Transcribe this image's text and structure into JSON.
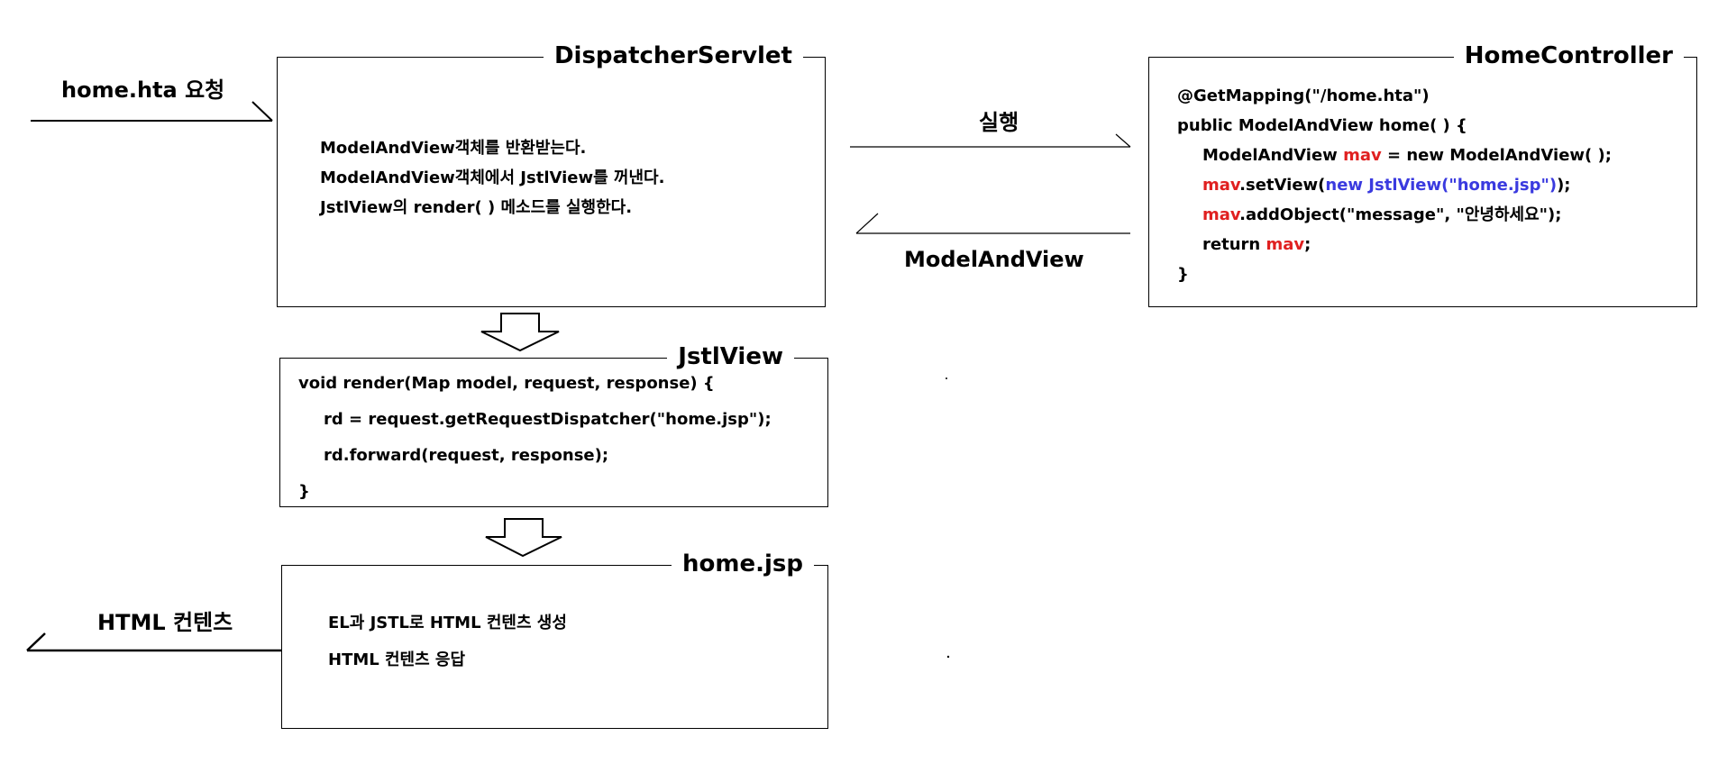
{
  "request_label": "home.hta 요청",
  "execute_label": "실행",
  "return_label": "ModelAndView",
  "html_label": "HTML 컨텐츠",
  "dispatcher": {
    "title": "DispatcherServlet",
    "lines": [
      "ModelAndView객체를 반환받는다.",
      "ModelAndView객체에서 JstlView를 꺼낸다.",
      "JstlView의 render( ) 메소드를 실행한다."
    ]
  },
  "controller": {
    "title": "HomeController",
    "line1": "@GetMapping(\"/home.hta\")",
    "line2": "public ModelAndView home( ) {",
    "line3_a": "ModelAndView ",
    "line3_var": "mav",
    "line3_b": " = new ModelAndView( );",
    "line4_var": "mav",
    "line4_a": ".setView(",
    "line4_new": "new JstlView(\"home.jsp\")",
    "line4_b": ");",
    "line5_var": "mav",
    "line5_a": ".addObject(\"message\", \"안녕하세요\");",
    "line6_a": "return ",
    "line6_var": "mav",
    "line6_b": ";",
    "line7": "}"
  },
  "jstlview": {
    "title": "JstlView",
    "lines": [
      "void render(Map model, request, response) {",
      "rd = request.getRequestDispatcher(\"home.jsp\");",
      "rd.forward(request, response);",
      "}"
    ]
  },
  "homejsp": {
    "title": "home.jsp",
    "lines": [
      "EL과 JSTL로 HTML 컨텐츠 생성",
      "HTML 컨텐츠 응답"
    ]
  }
}
